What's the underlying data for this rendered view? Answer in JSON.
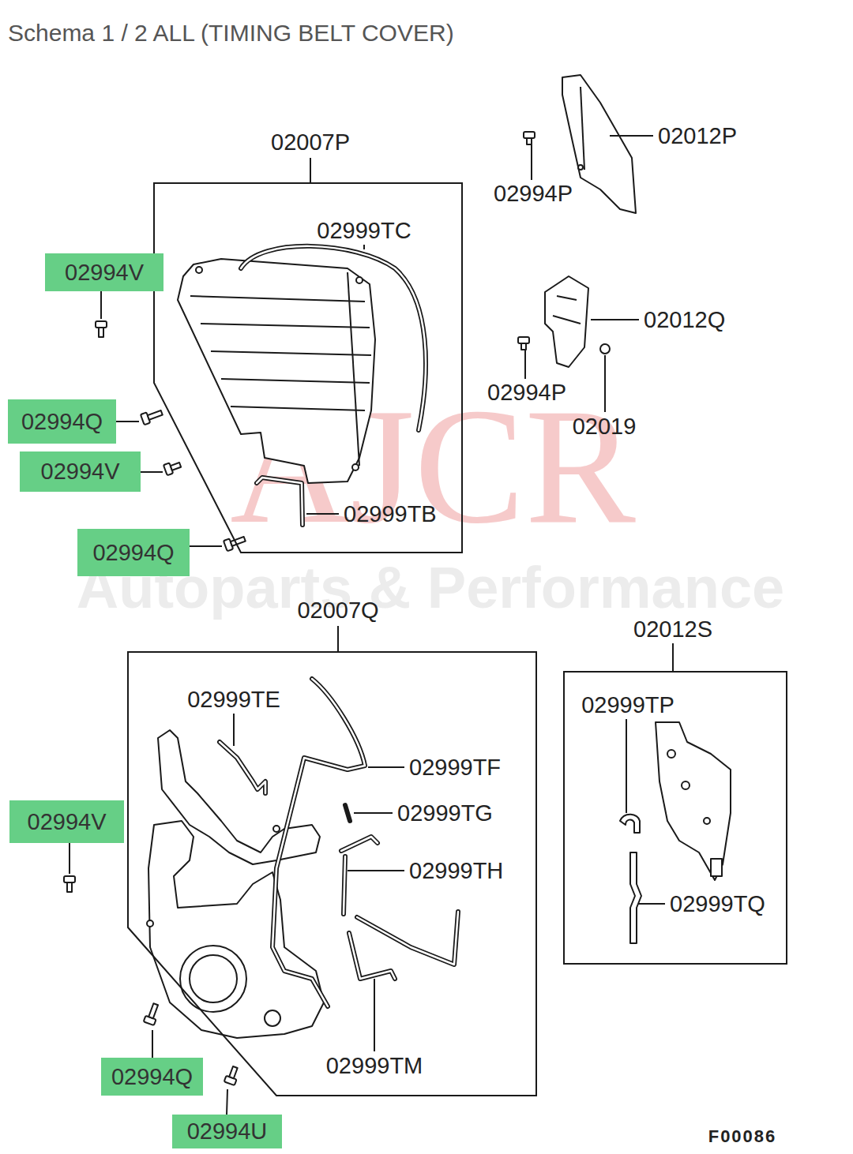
{
  "diagram": {
    "title": "Schema 1 / 2 ALL (TIMING BELT COVER)",
    "nodes": [
      {
        "text": [
          "02007P"
        ]
      },
      {
        "text": [
          "02994V"
        ]
      },
      {
        "text": [
          "02994Q"
        ]
      },
      {
        "text": [
          "02994V"
        ]
      },
      {
        "text": [
          "02994Q"
        ]
      },
      {
        "text": [
          "02007Q"
        ]
      },
      {
        "text": [
          "02012S"
        ]
      },
      {
        "text": [
          "02994V"
        ]
      },
      {
        "text": [
          "02994Q"
        ]
      },
      {
        "text": [
          "02994U"
        ]
      }
    ],
    "labels": [
      "02012P",
      "02994P",
      "02999TC",
      "02012Q",
      "02994P",
      "02019",
      "02999TB",
      "AJCR",
      "Autoparts & Performance",
      "02999TE",
      "02999TP",
      "02999TF",
      "02999TG",
      "02999TH",
      "02999TQ",
      "02999TM",
      "F00086"
    ]
  }
}
